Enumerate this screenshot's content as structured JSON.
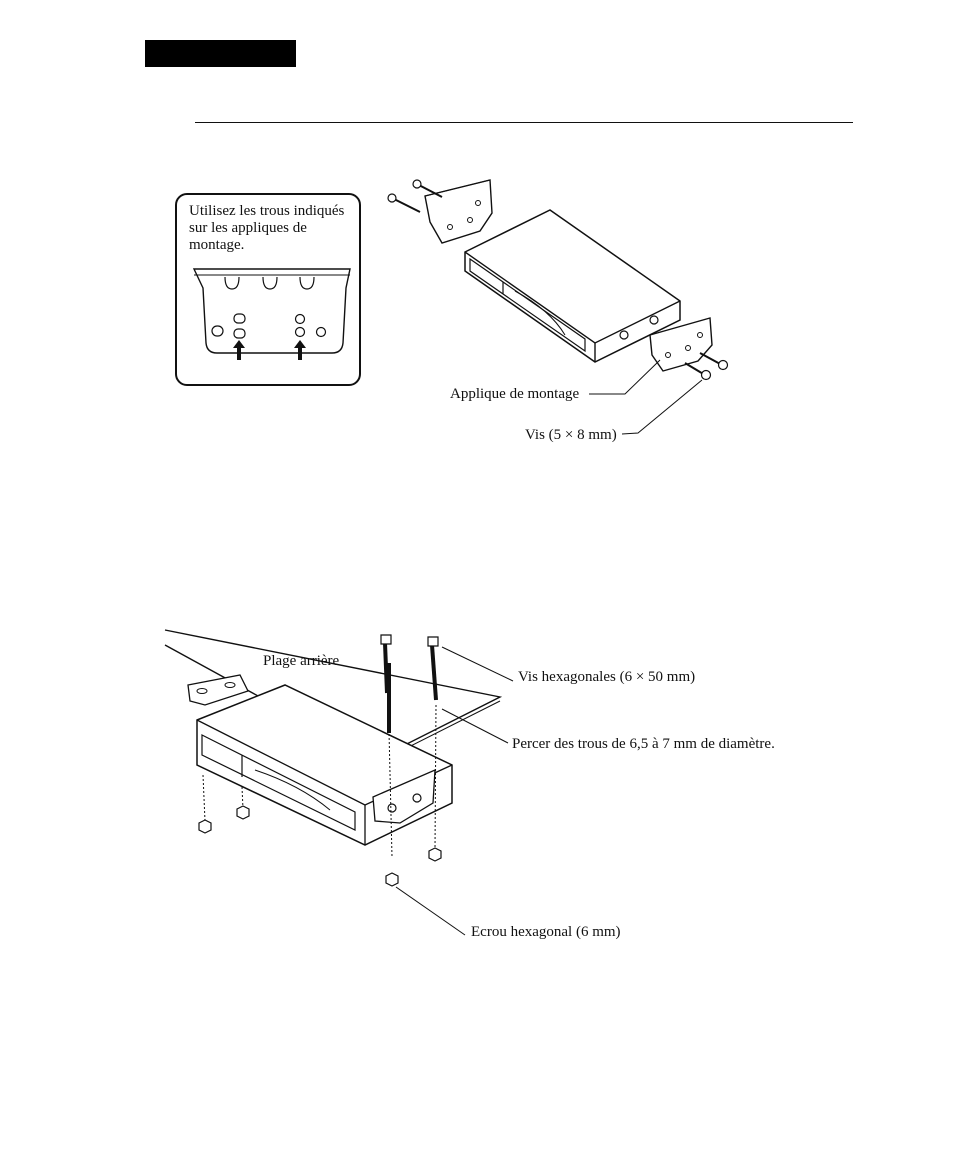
{
  "figure1": {
    "note": "Utilisez les trous indiqués sur les appliques de montage.",
    "label_bracket": "Applique de montage",
    "label_screw": "Vis (5 × 8 mm)"
  },
  "figure2": {
    "label_shelf": "Plage arrière",
    "label_hex_screws": "Vis hexagonales (6 × 50 mm)",
    "label_drill": "Percer des trous de 6,5 à 7 mm de diamètre.",
    "label_nut": "Ecrou hexagonal (6 mm)"
  }
}
